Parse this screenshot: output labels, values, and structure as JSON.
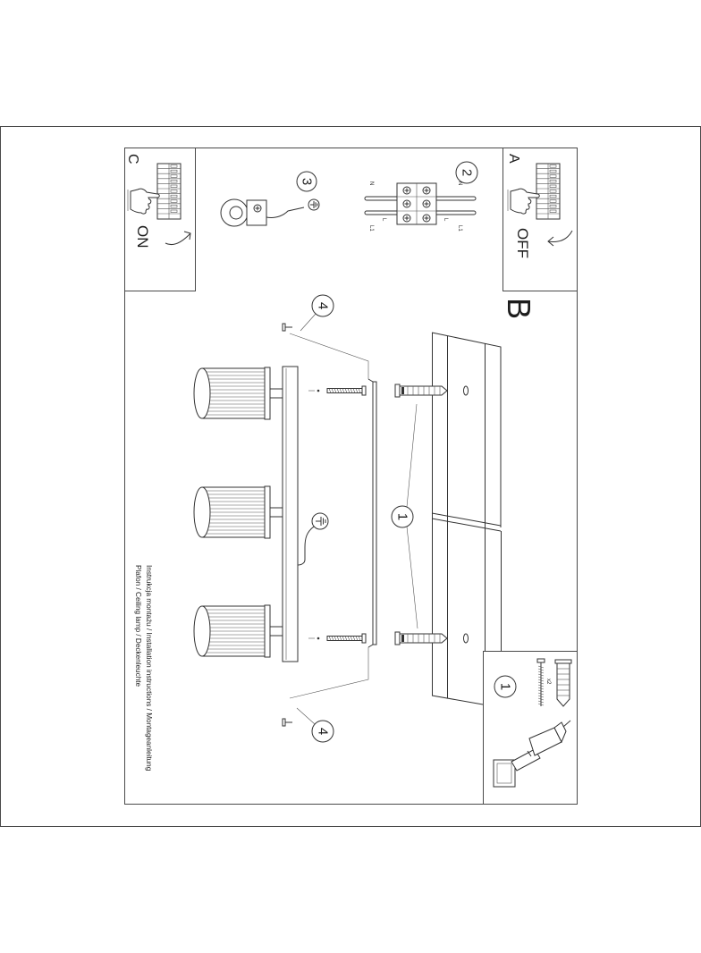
{
  "panel_a": {
    "letter": "A",
    "switch_state": "OFF"
  },
  "panel_b": {
    "letter": "B"
  },
  "panel_c": {
    "letter": "C",
    "switch_state": "ON"
  },
  "steps": {
    "wiring": "2",
    "earth": "3",
    "mount_screws": "1",
    "drill": "1",
    "lamp_screw_top": "4",
    "lamp_screw_bottom": "4"
  },
  "wiring_labels": {
    "left_neutral": "N",
    "left_live": "L",
    "left_live_1": "L1",
    "right_neutral": "N",
    "right_live": "L",
    "right_live_1": "L1"
  },
  "hardware": {
    "quantity": "x2"
  },
  "title": {
    "line1": "Instrukcja montażu / Installation instructions / Montageanleitung",
    "line2": "Plafon / Ceiling lamp / Deckenleuchte"
  }
}
